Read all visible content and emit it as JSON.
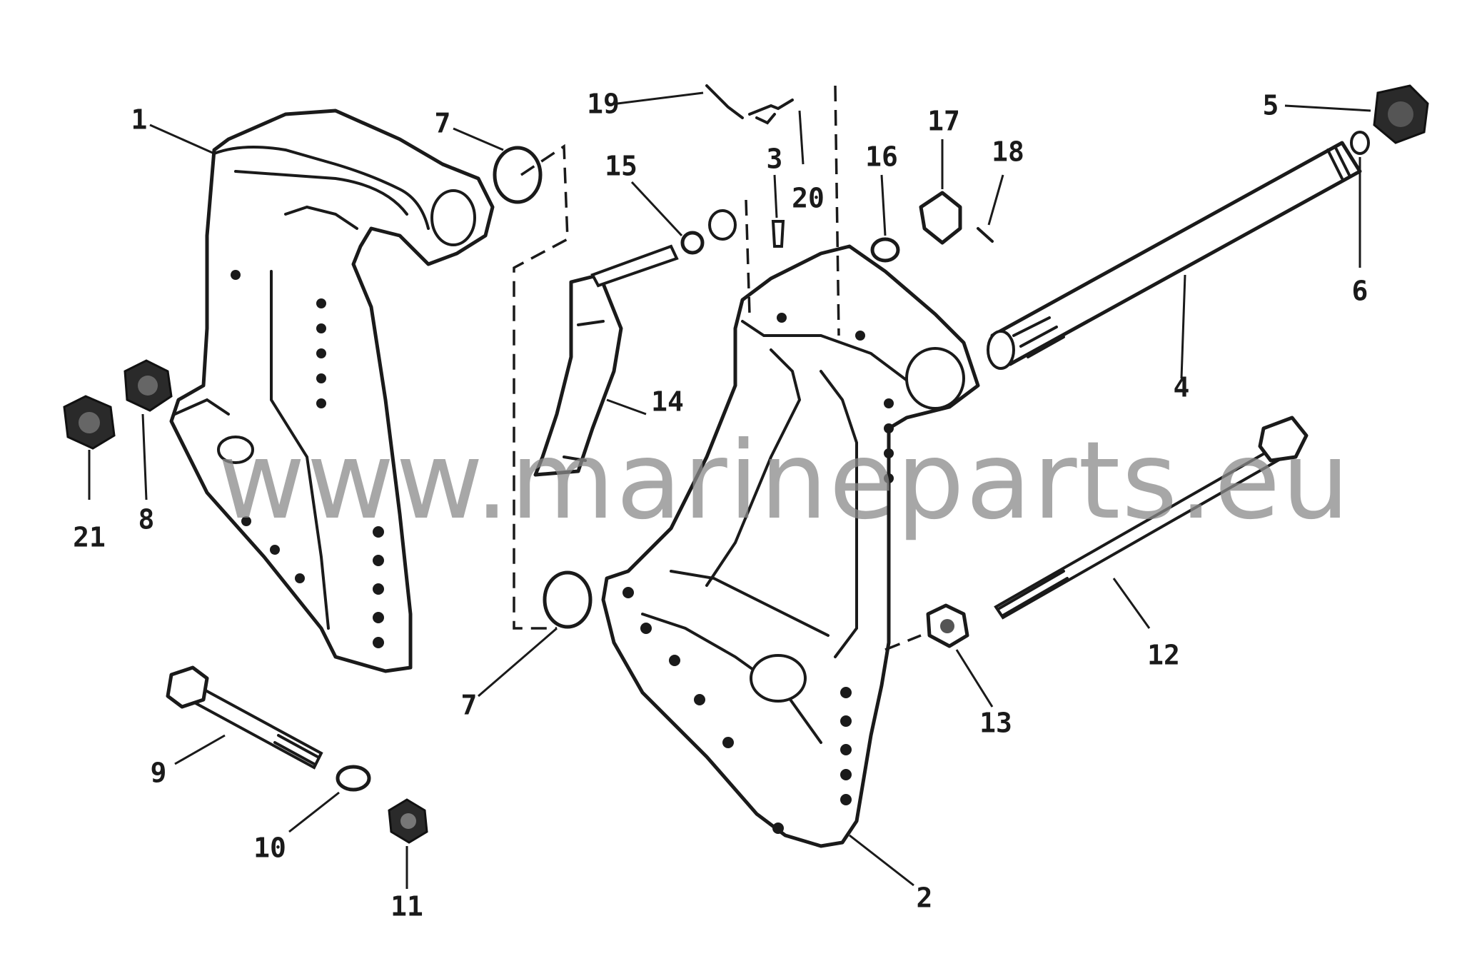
{
  "watermark": "www.marineparts.eu",
  "callouts": {
    "c1": "1",
    "c2": "2",
    "c3": "3",
    "c4": "4",
    "c5": "5",
    "c6": "6",
    "c7a": "7",
    "c7b": "7",
    "c8": "8",
    "c9": "9",
    "c10": "10",
    "c11": "11",
    "c12": "12",
    "c13": "13",
    "c14": "14",
    "c15": "15",
    "c16": "16",
    "c17": "17",
    "c18": "18",
    "c19": "19",
    "c20": "20",
    "c21": "21"
  }
}
